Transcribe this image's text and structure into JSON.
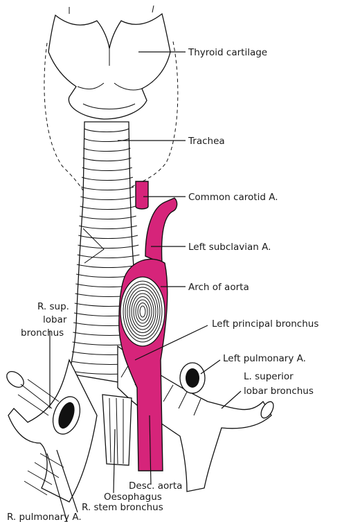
{
  "labels": {
    "thyroid_cartilage": "Thyroid cartilage",
    "trachea": "Trachea",
    "common_carotid": "Common carotid A.",
    "left_subclavian": "Left subclavian A.",
    "arch_of_aorta": "Arch of aorta",
    "left_principal_bronchus": "Left principal bronchus",
    "left_pulmonary": "Left pulmonary A.",
    "l_superior_lobar_1": "L. superior",
    "l_superior_lobar_2": "lobar bronchus",
    "r_sup_lobar_1": "R. sup.",
    "r_sup_lobar_2": "lobar",
    "r_sup_lobar_3": "bronchus",
    "desc_aorta": "Desc. aorta",
    "oesophagus": "Oesophagus",
    "r_stem_bronchus": "R. stem bronchus",
    "r_pulmonary": "R. pulmonary A."
  },
  "colors": {
    "vessel": "#d6247a",
    "ink": "#111111",
    "background": "#ffffff"
  }
}
